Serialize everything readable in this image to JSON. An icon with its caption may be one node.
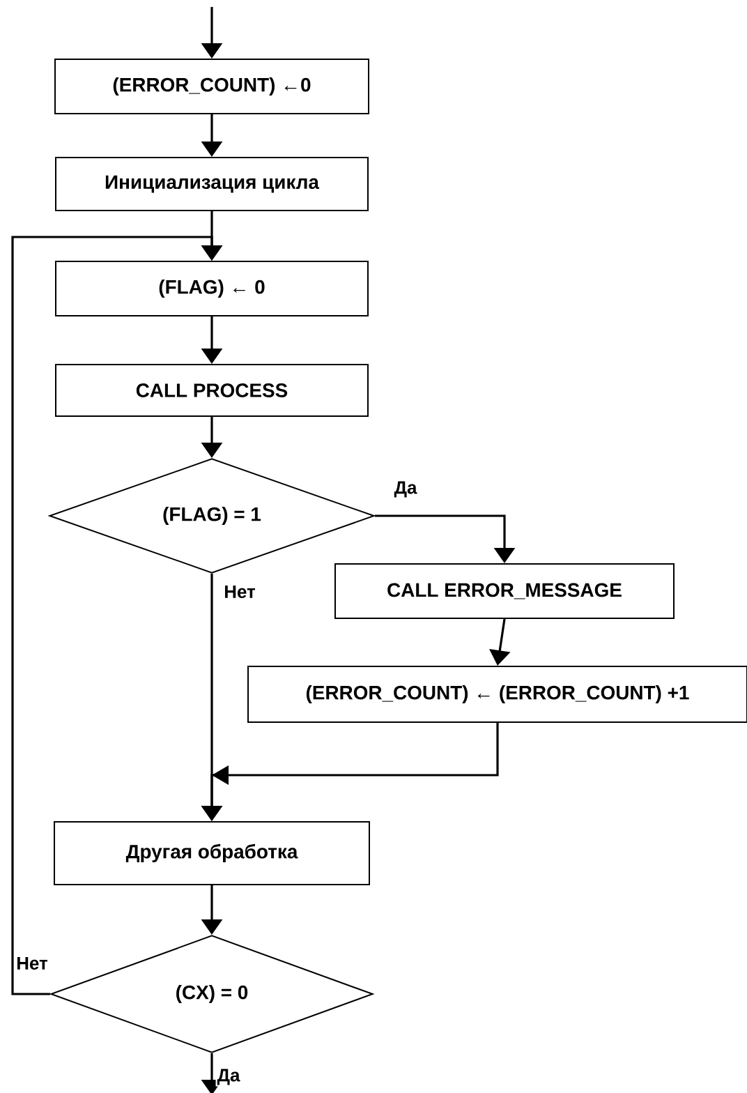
{
  "diagram": {
    "nodes": [
      {
        "text": [
          "(ERROR_COUNT) ←0"
        ]
      },
      {
        "text": [
          "Инициализация цикла"
        ]
      },
      {
        "text": [
          "(FLAG) ← 0"
        ]
      },
      {
        "text": [
          "CALL PROCESS"
        ]
      },
      {
        "text": [
          "(FLAG) = 1"
        ]
      },
      {
        "text": [
          "CALL ERROR_MESSAGE"
        ]
      },
      {
        "text": [
          "(ERROR_COUNT) ← (ERROR_COUNT) +1"
        ]
      },
      {
        "text": [
          "Другая обработка"
        ]
      },
      {
        "text": [
          "(CX) = 0"
        ]
      }
    ],
    "edges": [
      {
        "from": null,
        "to": 0,
        "arrow": "to"
      },
      {
        "from": 0,
        "to": 1,
        "arrow": "to"
      },
      {
        "from": 1,
        "to": 2,
        "arrow": "to"
      },
      {
        "from": 2,
        "to": 3,
        "arrow": "to"
      },
      {
        "from": 3,
        "to": 4,
        "arrow": "to"
      },
      {
        "from": 4,
        "to": 5,
        "arrow": "to",
        "label": "Да"
      },
      {
        "from": 5,
        "to": 6,
        "arrow": "to"
      },
      {
        "from": 4,
        "to": 7,
        "arrow": "to",
        "label": "Нет"
      },
      {
        "from": 6,
        "to": 7,
        "arrow": "to"
      },
      {
        "from": 7,
        "to": 8,
        "arrow": "to"
      },
      {
        "from": 8,
        "to": 2,
        "arrow": "to",
        "label": "Нет"
      },
      {
        "from": 8,
        "to": null,
        "arrow": "to",
        "label": "Да"
      }
    ]
  }
}
